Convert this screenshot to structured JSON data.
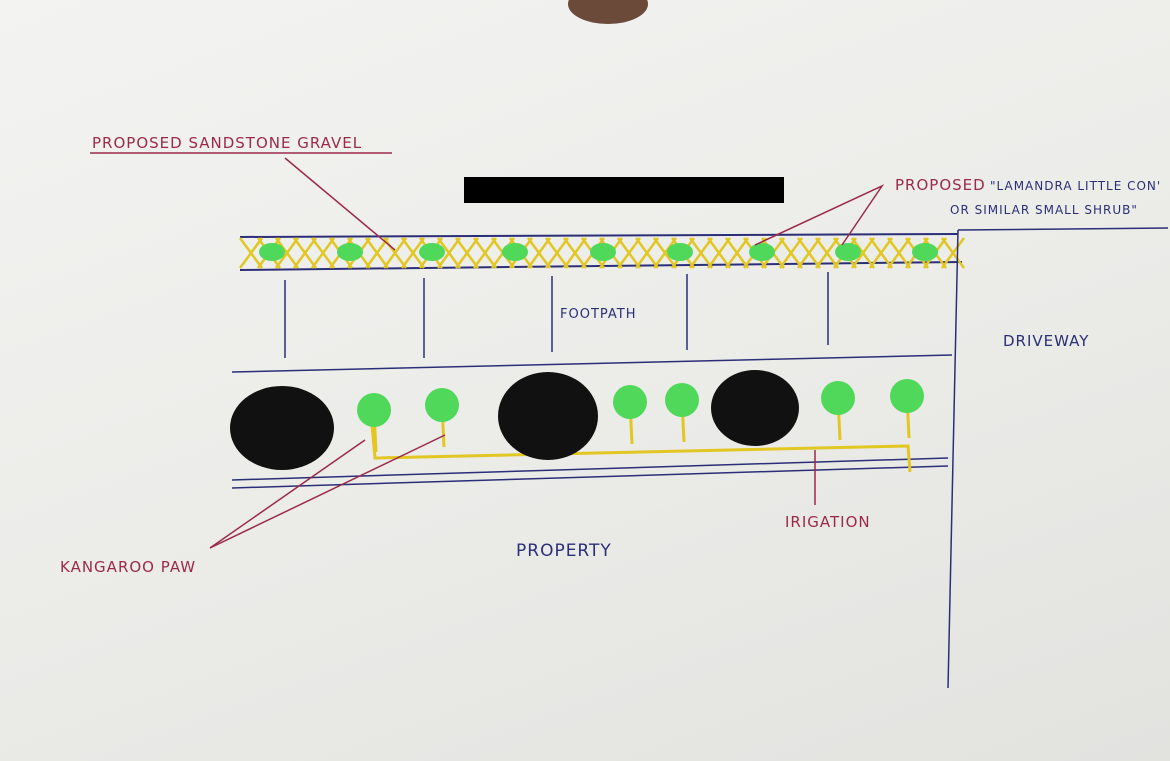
{
  "labels": {
    "gravel": "PROPOSED SANDSTONE GRAVEL",
    "shrub_line1_prefix": "PROPOSED",
    "shrub_line1": "\"LAMANDRA LITTLE CON'",
    "shrub_line2": "OR SIMILAR SMALL SHRUB\"",
    "footpath": "FOOTPATH",
    "driveway": "DRIVEWAY",
    "kangaroo_paw": "KANGAROO PAW",
    "property": "PROPERTY",
    "irrigation": "IRIGATION"
  },
  "colors": {
    "ink_blue": "#2b2f78",
    "ink_red": "#9b2a4a",
    "gravel_yellow": "#e2c622",
    "shrub_green": "#4fd85a",
    "existing_black": "#111111",
    "redaction": "#000000"
  }
}
